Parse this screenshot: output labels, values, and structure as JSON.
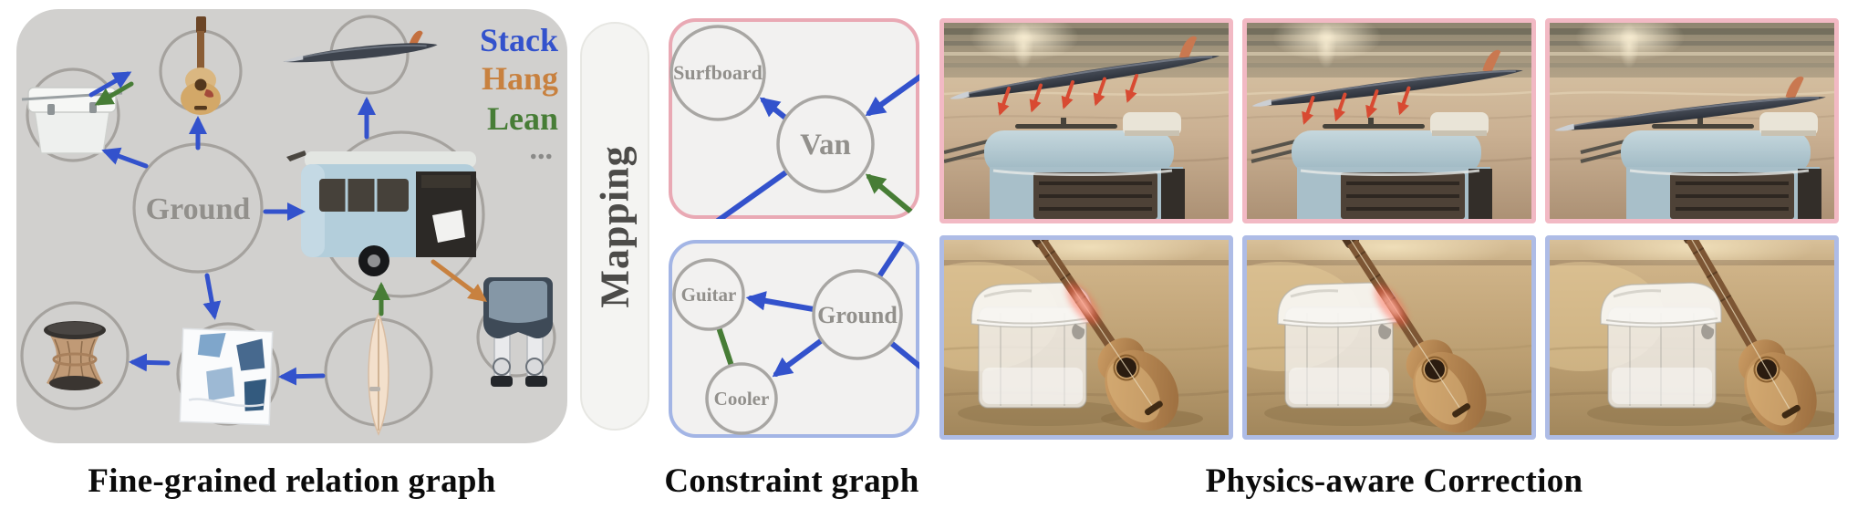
{
  "colors": {
    "stack_blue": "#3352cc",
    "hang_orange": "#c8813f",
    "lean_green": "#477d36",
    "photo_border_pink": "#f2b9c4",
    "photo_border_blue": "#aebce6",
    "panel_gray": "#d1d0ce",
    "constraint_fill": "#f2f1f0",
    "constraint_border_pink": "#e9a9b4",
    "constraint_border_blue": "#a3b5e5",
    "violation_red": "#d84a32"
  },
  "relation_graph": {
    "caption": "Fine-grained relation graph",
    "ground_label": "Ground",
    "legend": [
      {
        "label": "Stack",
        "relation": "stack"
      },
      {
        "label": "Hang",
        "relation": "hang"
      },
      {
        "label": "Lean",
        "relation": "lean"
      }
    ],
    "legend_more": "...",
    "edges": [
      {
        "from": "ground",
        "to": "guitar",
        "relation": "stack"
      },
      {
        "from": "cooler",
        "to": "guitar",
        "relation": "stack"
      },
      {
        "from": "guitar",
        "to": "cooler",
        "relation": "lean"
      },
      {
        "from": "ground",
        "to": "cooler",
        "relation": "stack"
      },
      {
        "from": "ground",
        "to": "van",
        "relation": "stack"
      },
      {
        "from": "van",
        "to": "surfboard",
        "relation": "stack"
      },
      {
        "from": "ground",
        "to": "blanket",
        "relation": "stack"
      },
      {
        "from": "blanket",
        "to": "stool",
        "relation": "stack"
      },
      {
        "from": "surfboard-upright",
        "to": "blanket",
        "relation": "stack"
      },
      {
        "from": "surfboard-upright",
        "to": "van",
        "relation": "lean"
      },
      {
        "from": "van",
        "to": "robot",
        "relation": "hang"
      }
    ]
  },
  "mapping": {
    "label": "Mapping"
  },
  "constraint_graph": {
    "caption": "Constraint graph",
    "surf_van": {
      "surfboard_label": "Surfboard",
      "van_label": "Van",
      "edges": [
        {
          "from": "van",
          "to": "surfboard",
          "relation": "stack"
        },
        {
          "from": "outside-right",
          "to": "van",
          "relation": "stack"
        },
        {
          "from": "van",
          "to": "outside-bottom-left",
          "relation": "stack"
        },
        {
          "from": "outside-bottom-right",
          "to": "van",
          "relation": "lean"
        }
      ]
    },
    "guitar_cooler": {
      "guitar_label": "Guitar",
      "ground_label": "Ground",
      "cooler_label": "Cooler",
      "edges": [
        {
          "from": "ground",
          "to": "guitar",
          "relation": "stack"
        },
        {
          "from": "ground",
          "to": "cooler",
          "relation": "stack"
        },
        {
          "from": "guitar",
          "to": "cooler",
          "relation": "lean"
        },
        {
          "from": "ground",
          "to": "outside-top-right",
          "relation": "stack"
        },
        {
          "from": "ground",
          "to": "outside-right",
          "relation": "stack"
        }
      ]
    }
  },
  "correction": {
    "caption": "Physics-aware Correction",
    "rows": [
      {
        "name": "surfboard-on-van",
        "border": "pink",
        "frames": [
          {
            "name": "surfboard-floating-violation",
            "violation_arrows": 5
          },
          {
            "name": "surfboard-lowering-violation",
            "violation_arrows": 4
          },
          {
            "name": "surfboard-resting-corrected",
            "violation_arrows": 0
          }
        ]
      },
      {
        "name": "guitar-on-cooler",
        "border": "blue",
        "frames": [
          {
            "name": "guitar-intersecting-cooler",
            "glow": true
          },
          {
            "name": "guitar-intersecting-cooler",
            "glow": true
          },
          {
            "name": "guitar-leaning-corrected",
            "glow": false
          }
        ]
      }
    ]
  }
}
